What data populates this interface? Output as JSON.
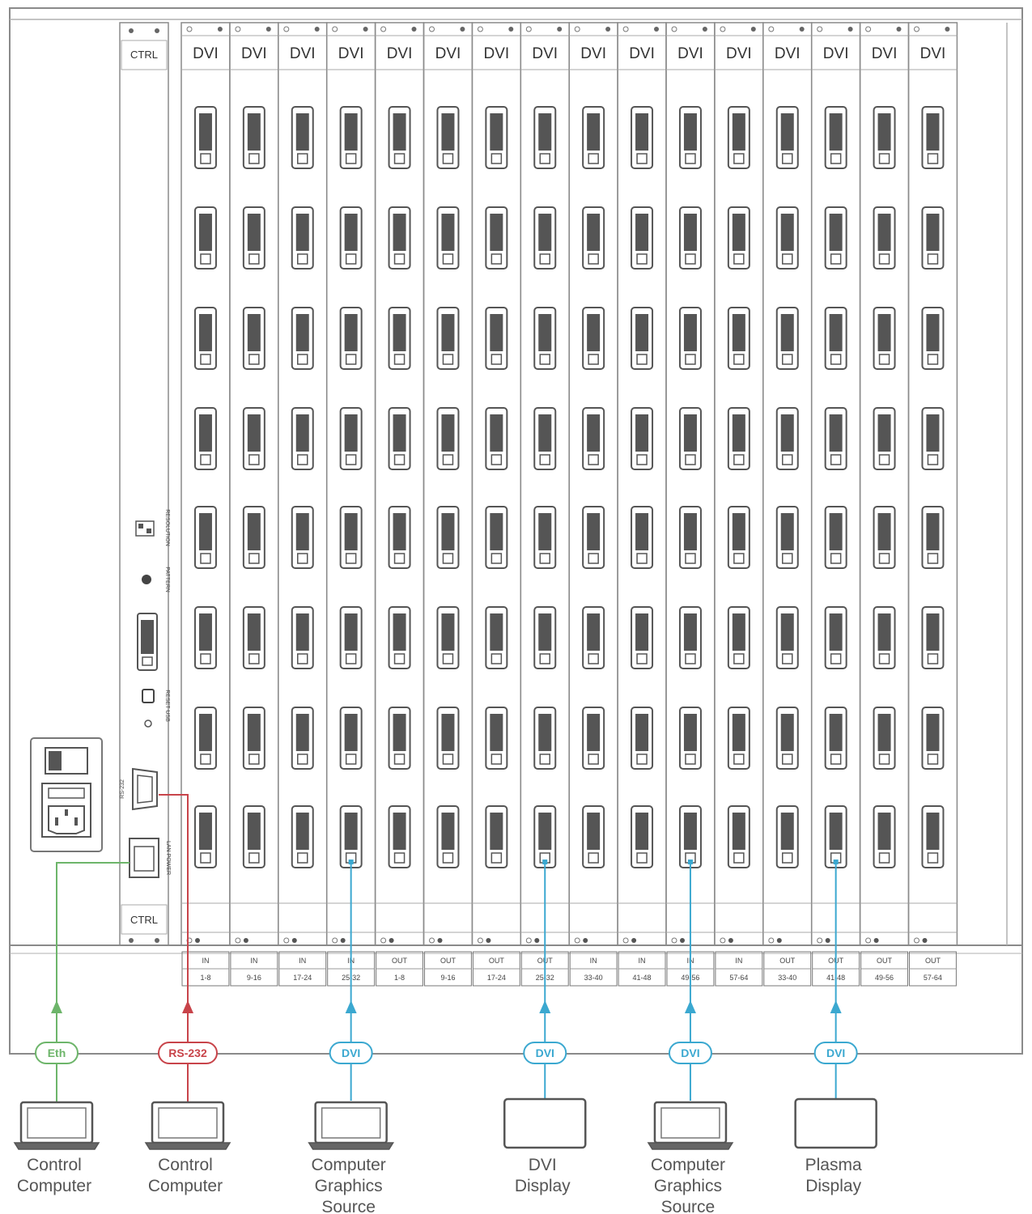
{
  "chassis": {
    "ctrl_top_label": "CTRL",
    "ctrl_bottom_label": "CTRL",
    "dip_label": "RESOLUTION",
    "pattern_label": "PATTERN",
    "usb_reset_label": "RESET USB",
    "rs232_label": "RS-232",
    "lan_label": "LAN POWER"
  },
  "cards": [
    {
      "label": "DVI",
      "dir": "IN",
      "range": "1-8"
    },
    {
      "label": "DVI",
      "dir": "IN",
      "range": "9-16"
    },
    {
      "label": "DVI",
      "dir": "IN",
      "range": "17-24"
    },
    {
      "label": "DVI",
      "dir": "IN",
      "range": "25-32"
    },
    {
      "label": "DVI",
      "dir": "OUT",
      "range": "1-8"
    },
    {
      "label": "DVI",
      "dir": "OUT",
      "range": "9-16"
    },
    {
      "label": "DVI",
      "dir": "OUT",
      "range": "17-24"
    },
    {
      "label": "DVI",
      "dir": "OUT",
      "range": "25-32"
    },
    {
      "label": "DVI",
      "dir": "IN",
      "range": "33-40"
    },
    {
      "label": "DVI",
      "dir": "IN",
      "range": "41-48"
    },
    {
      "label": "DVI",
      "dir": "IN",
      "range": "49-56"
    },
    {
      "label": "DVI",
      "dir": "IN",
      "range": "57-64"
    },
    {
      "label": "DVI",
      "dir": "OUT",
      "range": "33-40"
    },
    {
      "label": "DVI",
      "dir": "OUT",
      "range": "41-48"
    },
    {
      "label": "DVI",
      "dir": "OUT",
      "range": "49-56"
    },
    {
      "label": "DVI",
      "dir": "OUT",
      "range": "57-64"
    }
  ],
  "ports_per_card": 8,
  "connections": [
    {
      "pill": "Eth",
      "color": "#6db56a",
      "device": "laptop",
      "device_label": [
        "Control",
        "Computer"
      ]
    },
    {
      "pill": "RS-232",
      "color": "#c8444a",
      "device": "laptop",
      "device_label": [
        "Control",
        "Computer"
      ]
    },
    {
      "pill": "DVI",
      "color": "#3ba8d0",
      "device": "laptop",
      "device_label": [
        "Computer",
        "Graphics",
        "Source"
      ]
    },
    {
      "pill": "DVI",
      "color": "#3ba8d0",
      "device": "display",
      "device_label": [
        "DVI",
        "Display"
      ]
    },
    {
      "pill": "DVI",
      "color": "#3ba8d0",
      "device": "laptop",
      "device_label": [
        "Computer",
        "Graphics",
        "Source"
      ]
    },
    {
      "pill": "DVI",
      "color": "#3ba8d0",
      "device": "display",
      "device_label": [
        "Plasma",
        "Display"
      ]
    }
  ],
  "colors": {
    "outline": "#8a8a8a",
    "port": "#555555",
    "eth": "#6db56a",
    "rs232": "#c8444a",
    "dvi_cable": "#3ba8d0"
  }
}
